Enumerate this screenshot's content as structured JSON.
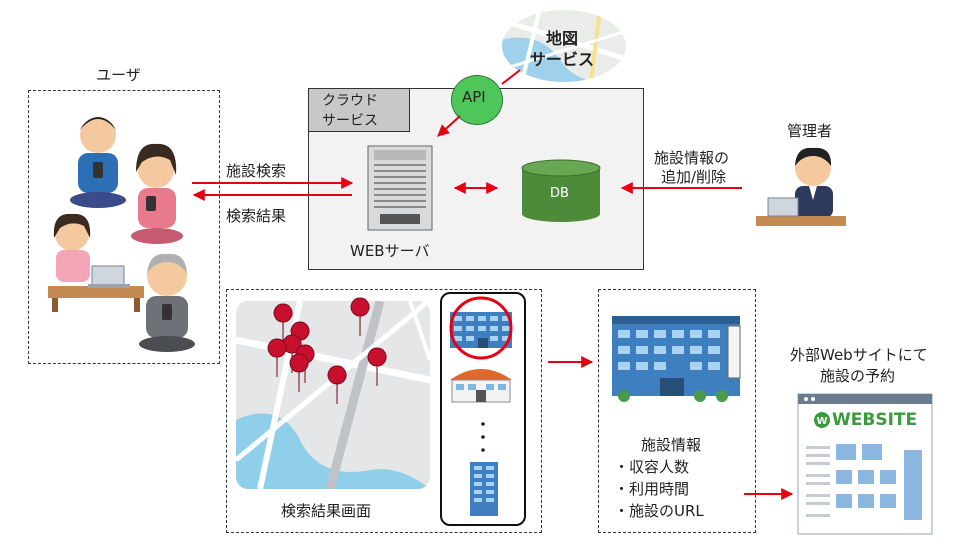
{
  "users": {
    "label": "ユーザ"
  },
  "cloud": {
    "label_line1": "クラウド",
    "label_line2": "サービス"
  },
  "map_service": {
    "line1": "地図",
    "line2": "サービス"
  },
  "api": {
    "label": "API"
  },
  "search": {
    "request": "施設検索",
    "result": "検索結果"
  },
  "server": {
    "label": "WEBサーバ"
  },
  "db": {
    "label": "DB"
  },
  "admin": {
    "label": "管理者",
    "action_line1": "施設情報の",
    "action_line2": "追加/削除"
  },
  "results_screen": {
    "label": "検索結果画面"
  },
  "facility_info": {
    "title": "施設情報",
    "items": [
      "・収容人数",
      "・利用時間",
      "・施設のURL"
    ]
  },
  "external": {
    "line1": "外部Webサイトにて",
    "line2": "施設の予約",
    "website_logo": "WEBSITE"
  },
  "colors": {
    "arrow": "#e60012",
    "db": "#4d8a3a",
    "cloud_bg": "#f2f2f2",
    "cloud_label_bg": "#c8c8c8"
  }
}
